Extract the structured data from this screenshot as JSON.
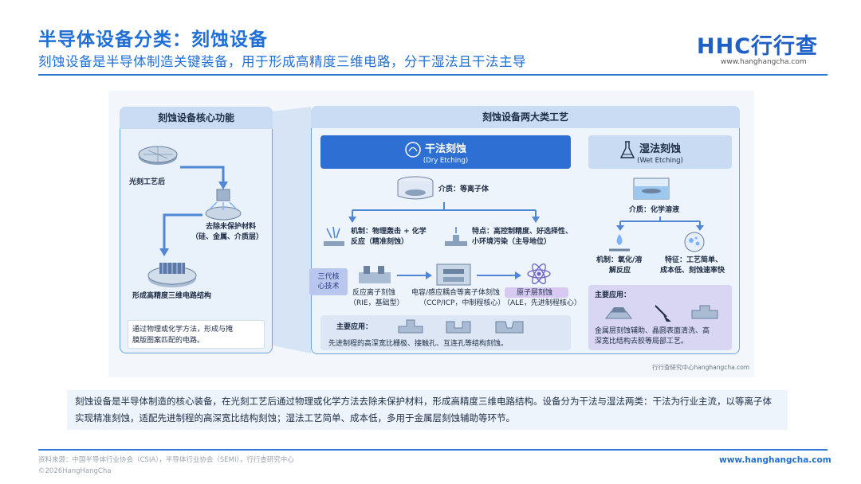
{
  "header": {
    "title": "半导体设备分类：刻蚀设备",
    "subtitle": "刻蚀设备是半导体制造关键装备，用于形成高精度三维电路，分干湿法且干法主导"
  },
  "logo": {
    "brand": "HHC行行查",
    "url": "www.hanghangcha.com"
  },
  "diagram": {
    "left_panel": {
      "title": "刻蚀设备核心功能",
      "step1": "光刻工艺后",
      "step2_line1": "去除未保护材料",
      "step2_line2": "（硅、金属、介质层）",
      "step3": "形成高精度三维电路结构",
      "note_line1": "通过物理或化学方法，形成与掩",
      "note_line2": "膜版图案匹配的电路。"
    },
    "right_panel": {
      "title": "刻蚀设备两大类工艺",
      "dry": {
        "title": "干法刻蚀",
        "en": "(Dry Etching)",
        "medium": "介质：等离子体",
        "mechanism_line1": "机制：物理轰击 + 化学",
        "mechanism_line2": "反应（精准刻蚀）",
        "features_line1": "特点：高控制精度、好选择性、",
        "features_line2": "小环境污染（主导地位）",
        "three_gen_line1": "三代核",
        "three_gen_line2": "心技术",
        "tech1_line1": "反应离子刻蚀",
        "tech1_line2": "（RIE，基础型）",
        "tech2_line1": "电容/感应耦合等离子体刻蚀",
        "tech2_line2": "（CCP/ICP，中制程核心）",
        "tech3_line1": "原子层刻蚀",
        "tech3_line2": "（ALE，先进制程核心）",
        "apps_label": "主要应用：",
        "apps_text": "先进制程的高深宽比栅极、接触孔、互连孔等结构刻蚀。"
      },
      "wet": {
        "title": "湿法刻蚀",
        "en": "(Wet Etching)",
        "medium": "介质：化学溶液",
        "mechanism_line1": "机制：氧化/溶",
        "mechanism_line2": "解反应",
        "features_line1": "特征：工艺简单、",
        "features_line2": "成本低、刻蚀速率快",
        "apps_label": "主要应用：",
        "apps_line1": "金属层刻蚀辅助、晶圆表面清洗、高",
        "apps_line2": "深宽比结构去胶等局部工艺。"
      }
    },
    "credit": "行行查研究中心hanghangcha.com"
  },
  "summary": "刻蚀设备是半导体制造的核心装备，在光刻工艺后通过物理或化学方法去除未保护材料，形成高精度三维电路结构。设备分为干法与湿法两类：干法为行业主流，以等离子体实现精准刻蚀，适配先进制程的高深宽比结构刻蚀；湿法工艺简单、成本低，多用于金属层刻蚀辅助等环节。",
  "footer": {
    "source": "资料来源：中国半导体行业协会（CSIA），半导体行业协会（SEMI），行行查研究中心",
    "copyright": "©2026HangHangCha",
    "url": "www.hanghangcha.com"
  },
  "colors": {
    "brand": "#1f6fd6",
    "dry": "#2d6fd2",
    "wet": "#c8dbf3",
    "accent_purple": "#d8c9f3"
  }
}
